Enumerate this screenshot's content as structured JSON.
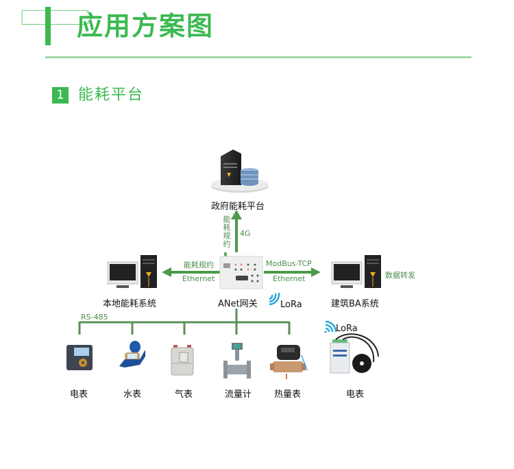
{
  "header": {
    "title": "应用方案图",
    "accent_color": "#3cb950"
  },
  "section": {
    "number": "1",
    "title": "能耗平台"
  },
  "nodes": {
    "gov_platform": {
      "label": "政府能耗平台",
      "icon": "server-database-icon"
    },
    "local_system": {
      "label": "本地能耗系统",
      "icon": "desktop-computer-icon"
    },
    "gateway": {
      "label": "ANet网关",
      "icon": "gateway-device-icon"
    },
    "ba_system": {
      "label": "建筑BA系统",
      "icon": "desktop-computer-icon",
      "side_note": "数据转发"
    }
  },
  "links": {
    "uplink": {
      "protocol": "能耗规约",
      "medium": "4G"
    },
    "to_local": {
      "protocol": "能耗规约",
      "medium": "Ethernet"
    },
    "to_ba": {
      "protocol": "ModBus-TCP",
      "medium": "Ethernet"
    },
    "bus": {
      "label": "RS-485"
    },
    "gateway_wireless": {
      "label": "LoRa",
      "icon": "wireless-signal-icon"
    },
    "meter_wireless": {
      "label": "LoRa",
      "icon": "wifi-signal-icon"
    }
  },
  "devices": [
    {
      "label": "电表",
      "icon": "electricity-meter-icon"
    },
    {
      "label": "水表",
      "icon": "water-meter-icon"
    },
    {
      "label": "气表",
      "icon": "gas-meter-icon"
    },
    {
      "label": "流量计",
      "icon": "flow-meter-icon"
    },
    {
      "label": "热量表",
      "icon": "heat-meter-icon"
    },
    {
      "label": "电表",
      "icon": "wireless-electricity-meter-icon"
    }
  ]
}
